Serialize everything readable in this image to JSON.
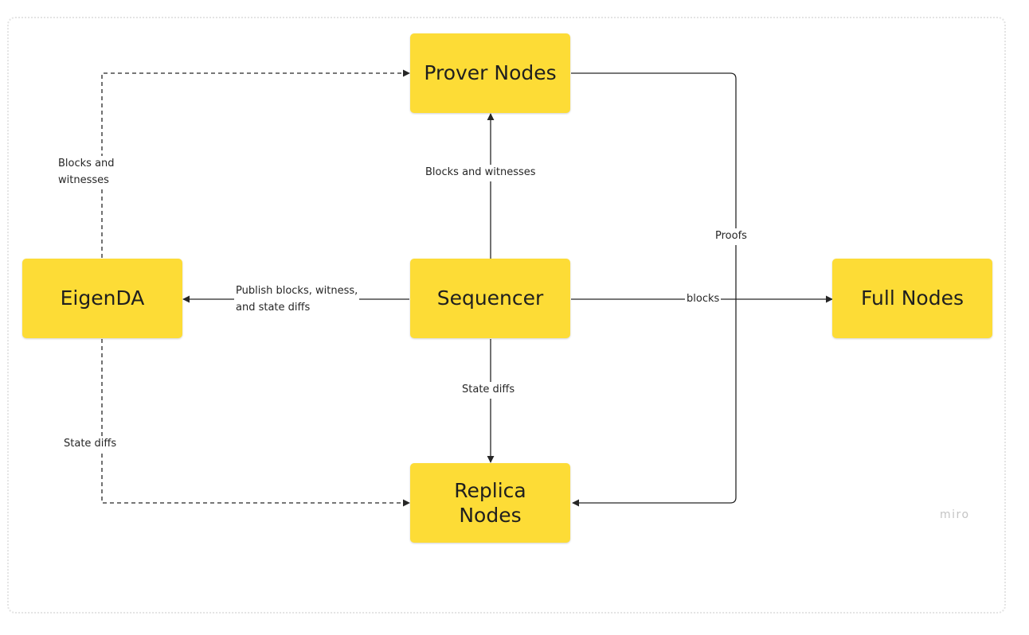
{
  "nodes": {
    "prover": "Prover Nodes",
    "eigenda": "EigenDA",
    "sequencer": "Sequencer",
    "full": "Full Nodes",
    "replica_line1": "Replica",
    "replica_line2": "Nodes"
  },
  "edge_labels": {
    "eigenda_to_prover_line1": "Blocks and",
    "eigenda_to_prover_line2": "witnesses",
    "sequencer_to_prover": "Blocks and witnesses",
    "prover_to_replica": "Proofs",
    "sequencer_to_eigenda_line1": "Publish blocks, witness,",
    "sequencer_to_eigenda_line2": "and state diffs",
    "sequencer_to_full": "blocks",
    "sequencer_to_replica": "State diffs",
    "eigenda_to_replica": "State diffs"
  },
  "watermark": "miro",
  "colors": {
    "node_fill": "#fddc36",
    "edge": "#262626"
  }
}
